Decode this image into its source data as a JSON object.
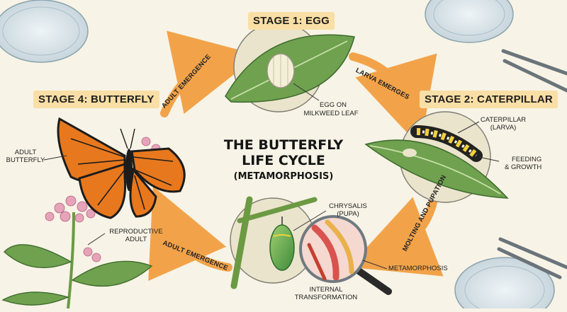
{
  "diagram": {
    "title_line1": "THE BUTTERFLY",
    "title_line2": "LIFE CYCLE",
    "subtitle": "(METAMORPHOSIS)",
    "stages": {
      "egg": "STAGE 1: EGG",
      "caterpillar": "STAGE 2: CATERPILLAR",
      "butterfly": "STAGE 4: BUTTERFLY"
    },
    "annotations": {
      "egg_on_leaf_1": "EGG ON",
      "egg_on_leaf_2": "MILKWEED LEAF",
      "caterpillar_1": "CATERPILLAR",
      "caterpillar_2": "(LARVA)",
      "feeding_1": "FEEDING",
      "feeding_2": "& GROWTH",
      "chrysalis_1": "CHRYSALIS",
      "chrysalis_2": "(PUPA)",
      "metamorphosis": "METAMORPHOSIS",
      "internal_1": "INTERNAL",
      "internal_2": "TRANSFORMATION",
      "adult_butterfly_1": "ADULT",
      "adult_butterfly_2": "BUTTERFLY",
      "reproductive_1": "REPRODUCTIVE",
      "reproductive_2": "ADULT"
    },
    "arrows": {
      "larva_emerges": "LARVA EMERGES",
      "molting_pupation": "MOLTING AND PUPATION",
      "adult_emergence_bottom": "ADULT EMERGENCE",
      "adult_emergence_top": "ADULT EMERGENCE"
    },
    "colors": {
      "background": "#f7f3e6",
      "stage_label_bg": "#f9dfa6",
      "arrow": "#f2a34a",
      "leaf": "#6fa14f",
      "wing_orange": "#e8781d"
    }
  }
}
